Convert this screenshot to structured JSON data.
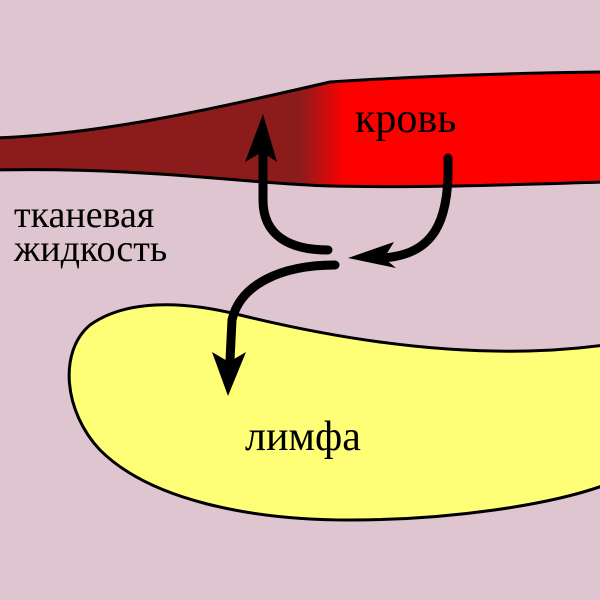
{
  "labels": {
    "blood": "кровь",
    "tissue_fluid_line1": "тканевая",
    "tissue_fluid_line2": "жидкость",
    "lymph": "лимфа"
  },
  "colors": {
    "background": "#dfc5cf",
    "blood_venous": "#8c1c1c",
    "blood_arterial": "#ff0000",
    "lymph": "#ffff77",
    "arrow": "#000000"
  }
}
